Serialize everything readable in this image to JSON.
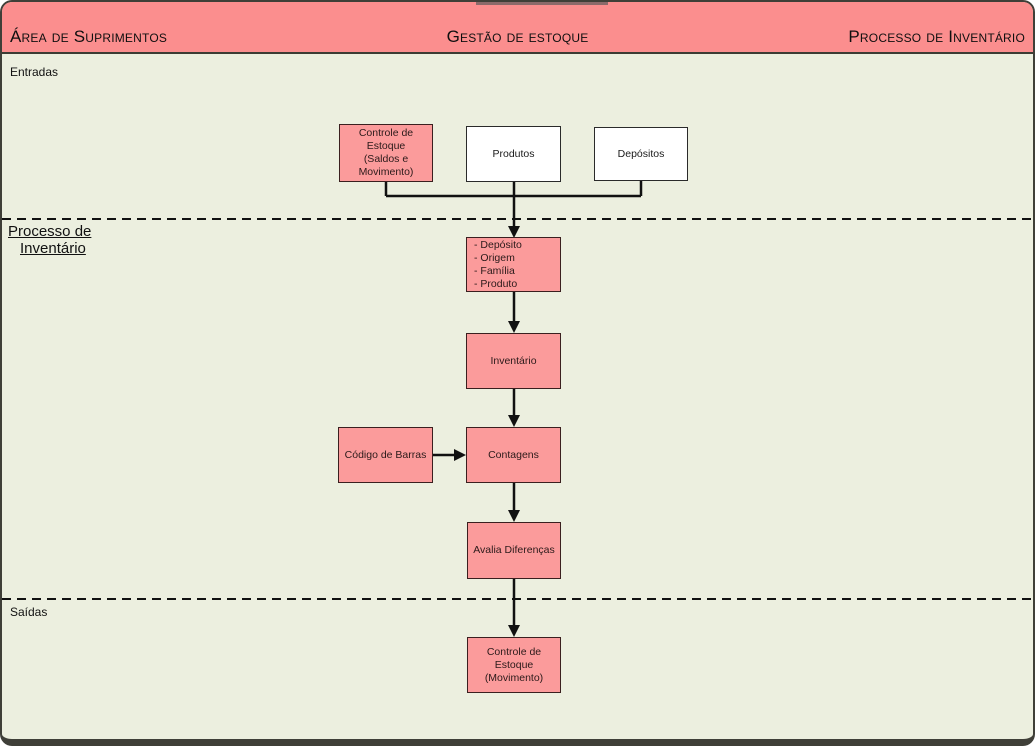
{
  "header": {
    "left_title": "Área de Suprimentos",
    "center_title": "Gestão de estoque",
    "right_title": "Processo de Inventário"
  },
  "sections": {
    "entradas_label": "Entradas",
    "processo_label_line1": "Processo de",
    "processo_label_line2": "Inventário",
    "saidas_label": "Saídas"
  },
  "nodes": {
    "controle_saldos": "Controle de\nEstoque\n(Saldos e\nMovimento)",
    "produtos": "Produtos",
    "depositos": "Depósitos",
    "filtros": "- Depósito\n- Origem\n- Família\n- Produto",
    "inventario": "Inventário",
    "codigo_barras": "Código de Barras",
    "contagens": "Contagens",
    "avalia_diferencas": "Avalia Diferenças",
    "controle_movimento": "Controle de\nEstoque\n(Movimento)"
  },
  "colors": {
    "header_fill": "#FB8E8E",
    "node_pink_fill": "#FB9B9B",
    "node_white_fill": "#FFFFFF",
    "canvas_fill": "#ECEFDF",
    "line_color": "#111111"
  }
}
